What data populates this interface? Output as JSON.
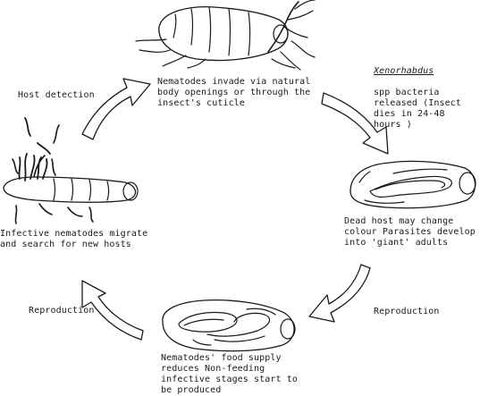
{
  "stages": {
    "invade": "Nematodes invade via natural\nbody openings or through the\ninsect's cuticle",
    "bacteria_name": "Xenorhabdus",
    "bacteria_rest": "spp bacteria\nreleased (Insect\ndies in 24-48\nhours )",
    "dead_host": "Dead host may change\ncolour  Parasites develop\ninto 'giant' adults",
    "food_supply": "Nematodes' food supply\nreduces  Non-feeding\ninfective stages start to\nbe produced",
    "migrate": "Infective nematodes migrate\nand search for new hosts"
  },
  "arrows": {
    "host_detection": "Host detection",
    "reproduction_right": "Reproduction",
    "reproduction_left": "Reproduction"
  },
  "colors": {
    "ink": "#1a1a1a",
    "background": "#ffffff"
  }
}
